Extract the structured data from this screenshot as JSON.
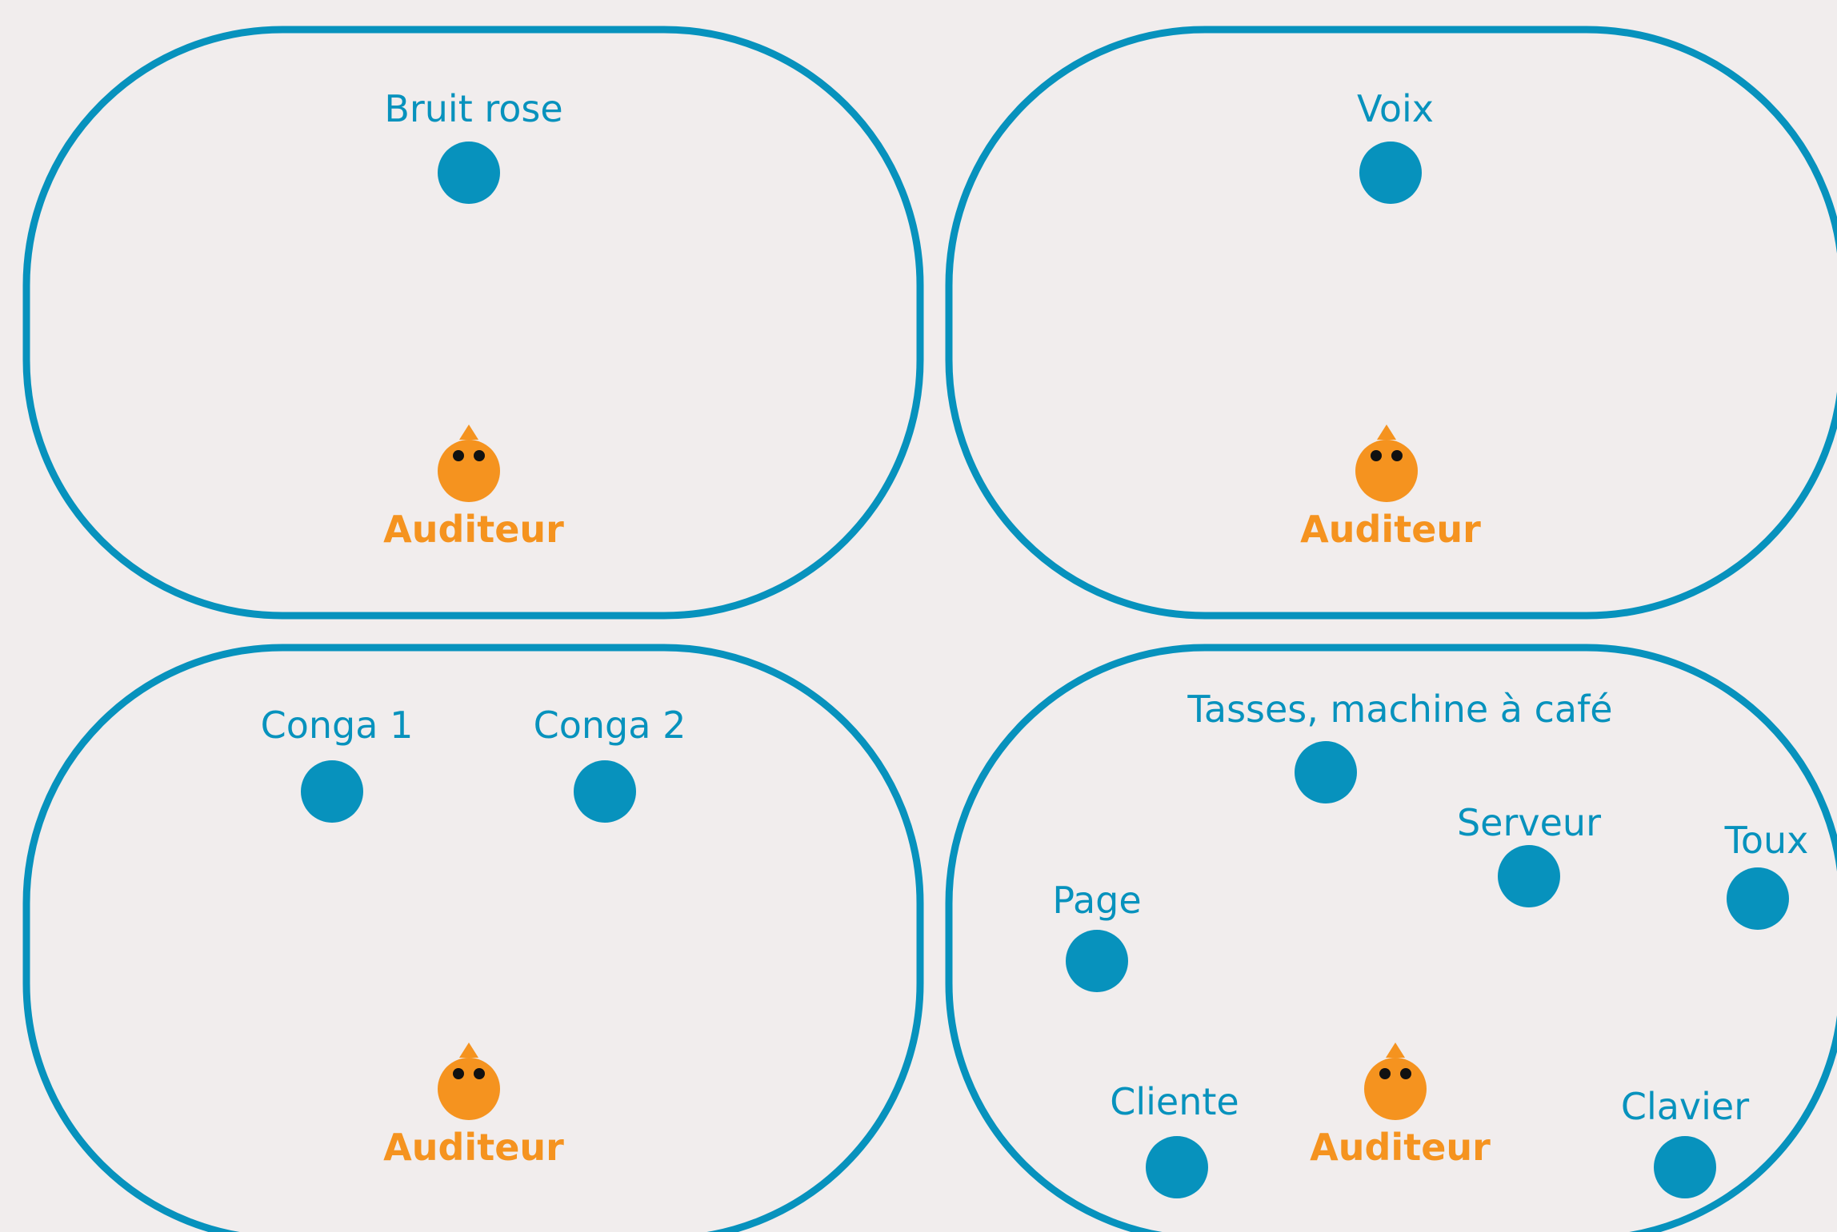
{
  "colors": {
    "background": "#f1eded",
    "source": "#0792bd",
    "listener": "#f5931f",
    "eyes": "#111111"
  },
  "panels": [
    {
      "sources": [
        {
          "label": "Bruit rose"
        }
      ],
      "listener": {
        "label": "Auditeur"
      }
    },
    {
      "sources": [
        {
          "label": "Voix"
        }
      ],
      "listener": {
        "label": "Auditeur"
      }
    },
    {
      "sources": [
        {
          "label": "Conga 1"
        },
        {
          "label": "Conga 2"
        }
      ],
      "listener": {
        "label": "Auditeur"
      }
    },
    {
      "sources": [
        {
          "label": "Tasses, machine à café"
        },
        {
          "label": "Serveur"
        },
        {
          "label": "Toux"
        },
        {
          "label": "Page"
        },
        {
          "label": "Cliente"
        },
        {
          "label": "Clavier"
        }
      ],
      "listener": {
        "label": "Auditeur"
      }
    }
  ]
}
